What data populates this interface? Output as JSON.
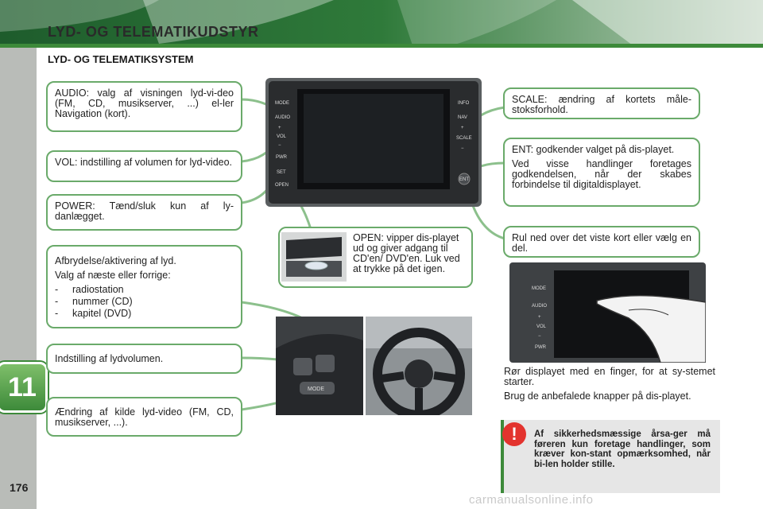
{
  "header": {
    "section_title": "LYD- OG TELEMATIKUDSTYR",
    "subsection_title": "LYD- OG TELEMATIKSYSTEM"
  },
  "chapter_number": "11",
  "page_number": "176",
  "callouts_left": {
    "audio": "AUDIO: valg af visningen lyd-vi-deo (FM, CD, musikserver, ...) el-ler Navigation (kort).",
    "vol": "VOL: indstilling af volumen for lyd-video.",
    "power": "POWER: Tænd/sluk kun af ly-danlægget.",
    "mute_para1": "Afbrydelse/aktivering af lyd.",
    "mute_para2": "Valg af næste eller forrige:",
    "mute_list": [
      "radiostation",
      "nummer (CD)",
      "kapitel (DVD)"
    ],
    "volume_setting": "Indstilling af lydvolumen.",
    "source_change": "Ændring af kilde lyd-video (FM, CD, musikserver, ...)."
  },
  "callouts_right": {
    "scale": "SCALE: ændring af kortets måle-stoksforhold.",
    "ent_para1": "ENT: godkender valget på dis-playet.",
    "ent_para2": "Ved visse handlinger foretages godkendelsen, når der skabes forbindelse til digitaldisplayet.",
    "scroll": "Rul ned over det viste kort eller vælg en del."
  },
  "open_box": "OPEN: vipper dis-playet ud og giver adgang til CD'en/ DVD'en. Luk ved at trykke på det igen.",
  "touch_para1": "Rør displayet med en finger, for at sy-stemet starter.",
  "touch_para2": "Brug de anbefalede knapper på dis-playet.",
  "warning": "Af sikkerhedsmæssige årsa-ger må føreren kun foretage handlinger, som kræver kon-stant opmærksomhed, når bi-len holder stille.",
  "warning_icon": "!",
  "device_buttons_left": [
    "MODE",
    "AUDIO",
    "+",
    "VOL",
    "−",
    "PWR",
    "SET",
    "OPEN"
  ],
  "device_buttons_right": [
    "INFO",
    "NAV",
    "+",
    "SCALE",
    "−",
    "ENT"
  ],
  "device_buttons_bottom": [
    "MODE",
    "AUDIO",
    "+",
    "VOL",
    "−",
    "PWR"
  ],
  "wheel_button_label": "MODE",
  "watermark": "carmanualsonline.info",
  "colors": {
    "accent_green": "#3d8a3a",
    "callout_border": "#6aaa6a",
    "warning_red": "#e3332e"
  }
}
